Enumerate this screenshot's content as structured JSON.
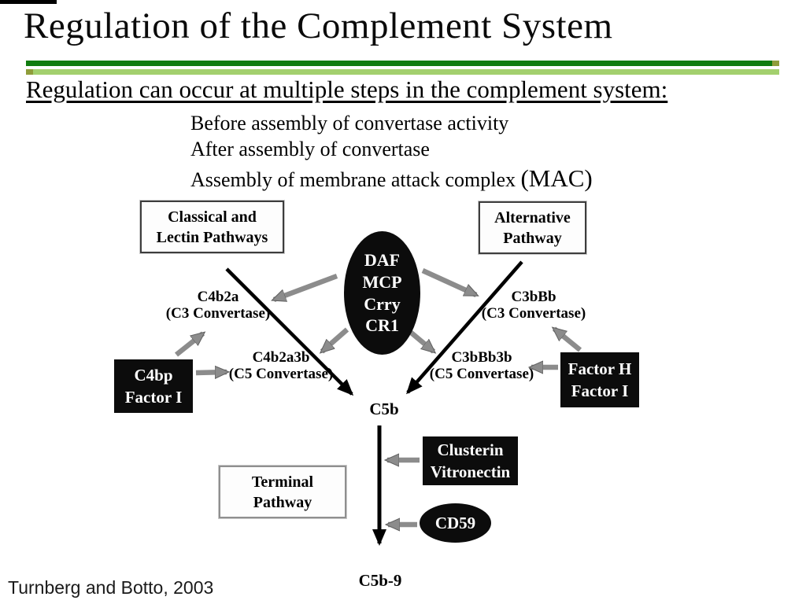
{
  "slide": {
    "title": "Regulation of the Complement System",
    "heading": "Regulation can occur at multiple steps in the complement system:",
    "sub_items": [
      "Before assembly of convertase activity",
      "After assembly of convertase"
    ],
    "mac_prefix": "Assembly of membrane attack complex ",
    "mac_suffix": "(MAC)",
    "citation": "Turnberg and Botto, 2003"
  },
  "diagram": {
    "pathways": {
      "classical": {
        "line1": "Classical and",
        "line2": "Lectin Pathways"
      },
      "alternative": {
        "line1": "Alternative",
        "line2": "Pathway"
      },
      "terminal": {
        "line1": "Terminal",
        "line2": "Pathway"
      }
    },
    "regulators": {
      "central": {
        "line1": "DAF",
        "line2": "MCP",
        "line3": "Crry",
        "line4": "CR1"
      },
      "c4bp": {
        "line1": "C4bp",
        "line2": "Factor I"
      },
      "factor_h": {
        "line1": "Factor H",
        "line2": "Factor I"
      },
      "clusterin": {
        "line1": "Clusterin",
        "line2": "Vitronectin"
      },
      "cd59": {
        "label": "CD59"
      }
    },
    "convertases": {
      "classical_c3": {
        "line1": "C4b2a",
        "line2": "(C3 Convertase)"
      },
      "alternative_c3": {
        "line1": "C3bBb",
        "line2": "(C3 Convertase)"
      },
      "classical_c5": {
        "line1": "C4b2a3b",
        "line2": "(C5 Convertase)"
      },
      "alternative_c5": {
        "line1": "C3bBb3b",
        "line2": "(C5 Convertase)"
      }
    },
    "products": {
      "c5b": "C5b",
      "c5b9": "C5b-9"
    }
  },
  "colors": {
    "divider_dark_green": "#107c10",
    "divider_light_green": "#a3d06e",
    "divider_olive_accent": "#8f9d3a",
    "node_fill_black": "#0c0c0c",
    "arrow_gray": "#8c8c8c",
    "arrow_black": "#000000"
  }
}
